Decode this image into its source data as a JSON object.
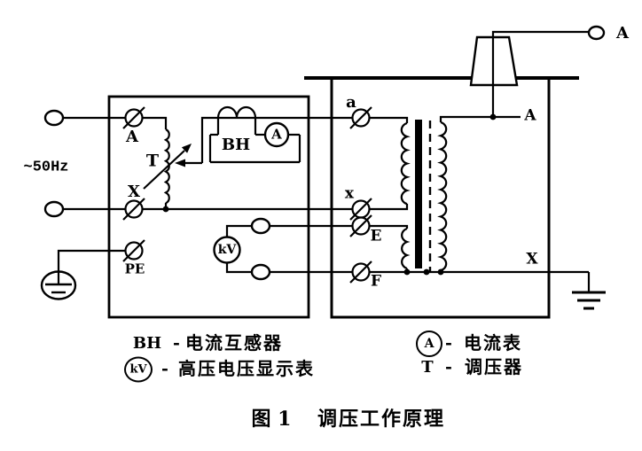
{
  "supply": {
    "freq": "~50Hz"
  },
  "control_box": {
    "terminal_a": "A",
    "terminal_x": "X",
    "terminal_pe": "PE",
    "regulator": "T",
    "ct_label": "BH",
    "ammeter": "A",
    "kv_meter": "kV"
  },
  "tank": {
    "lv_a": "a",
    "lv_x": "x",
    "tap_e": "E",
    "tap_f": "F",
    "hv_a": "A",
    "hv_x": "X",
    "hv_bushing_terminal": "A"
  },
  "legend": {
    "sep": "-",
    "items": [
      {
        "sym": "BH",
        "desc": "电流互感器"
      },
      {
        "sym": "kV",
        "desc": "高压电压显示表"
      },
      {
        "sym": "A",
        "desc": "电流表"
      },
      {
        "sym": "T",
        "desc": "调压器"
      }
    ]
  },
  "figure": {
    "caption_fig": "图 1",
    "caption_title": "调压工作原理"
  }
}
